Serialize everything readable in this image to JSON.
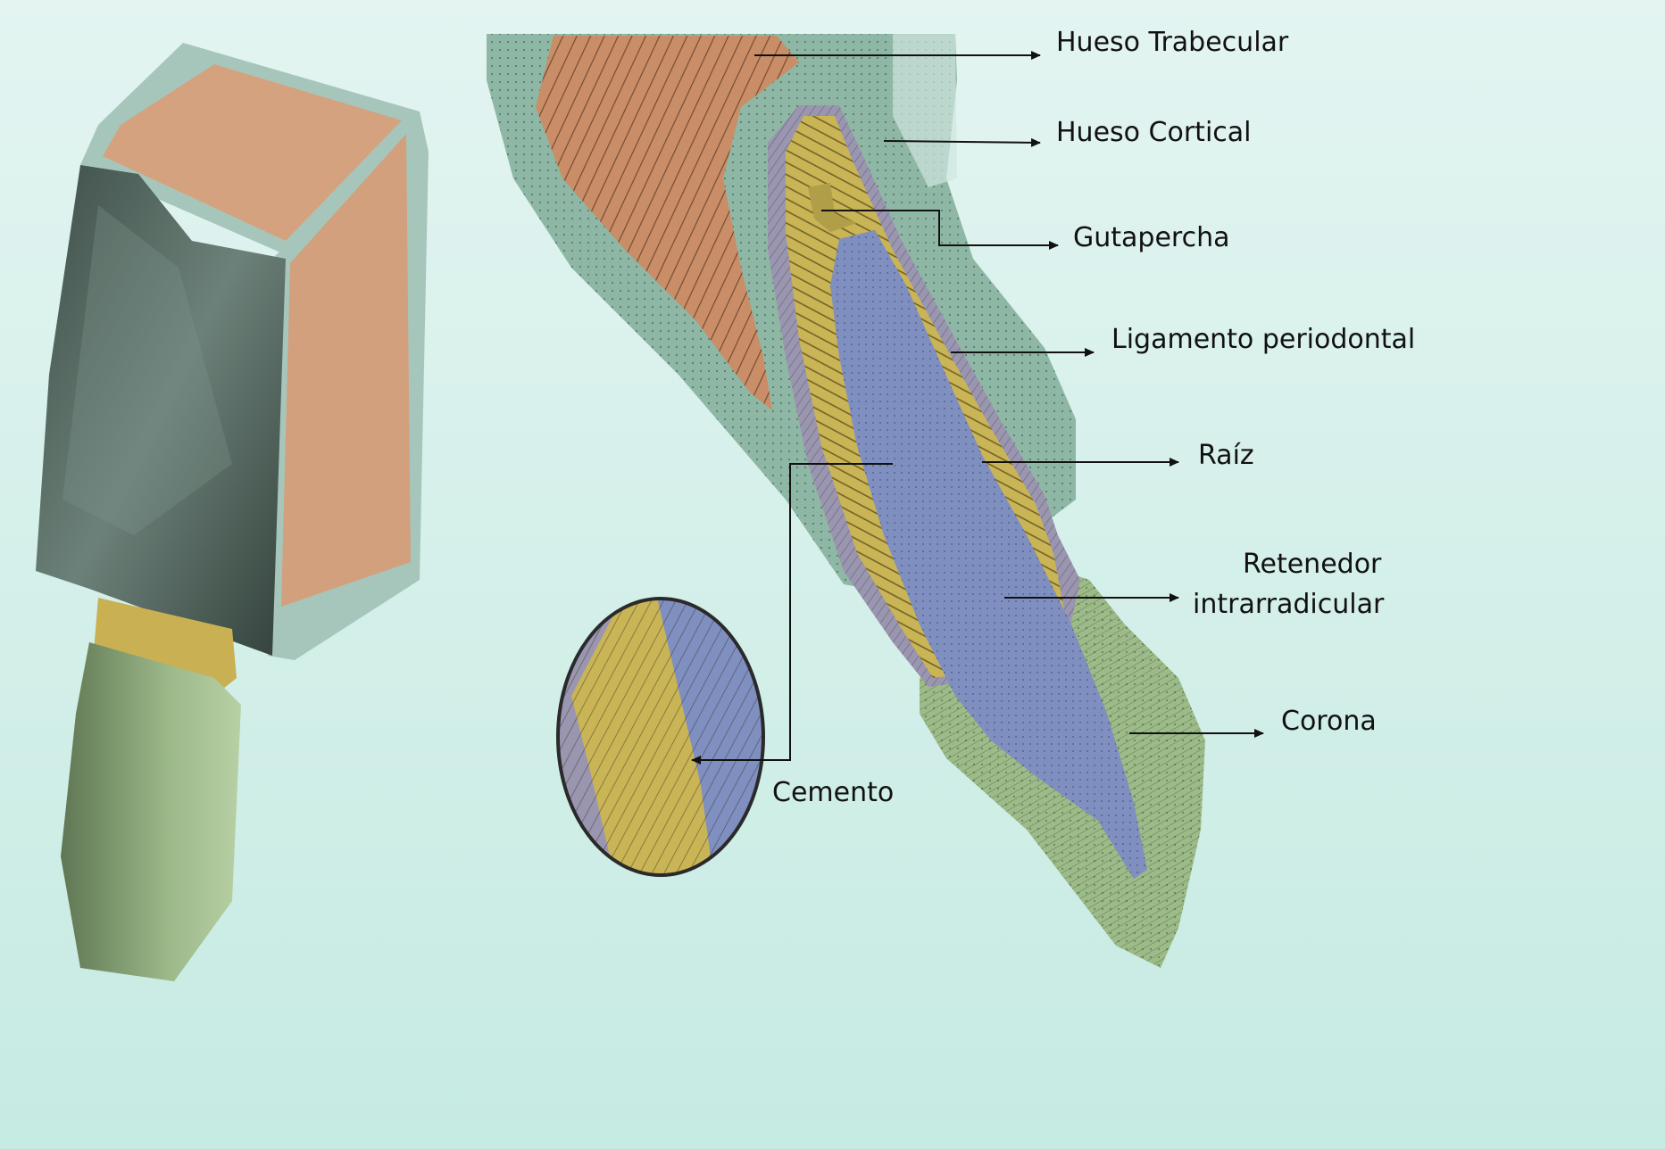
{
  "labels": {
    "hueso_trabecular": "Hueso Trabecular",
    "hueso_cortical": "Hueso Cortical",
    "gutapercha": "Gutapercha",
    "ligamento": "Ligamento periodontal",
    "raiz": "Raíz",
    "retenedor_line1": "Retenedor",
    "retenedor_line2": "intrarradicular",
    "corona": "Corona",
    "cemento": "Cemento"
  },
  "colors": {
    "background_top": "#dff2ee",
    "background_bottom": "#c8ece4",
    "cortical_bone": "#8fb7a5",
    "trabecular_bone": "#c98e67",
    "periodontal_ligament": "#9b96b0",
    "root": "#c9b456",
    "post": "#7f8fc0",
    "crown": "#9dbb88",
    "model_dark_face": "#4a5e55",
    "model_shell": "#a9c8bd"
  }
}
